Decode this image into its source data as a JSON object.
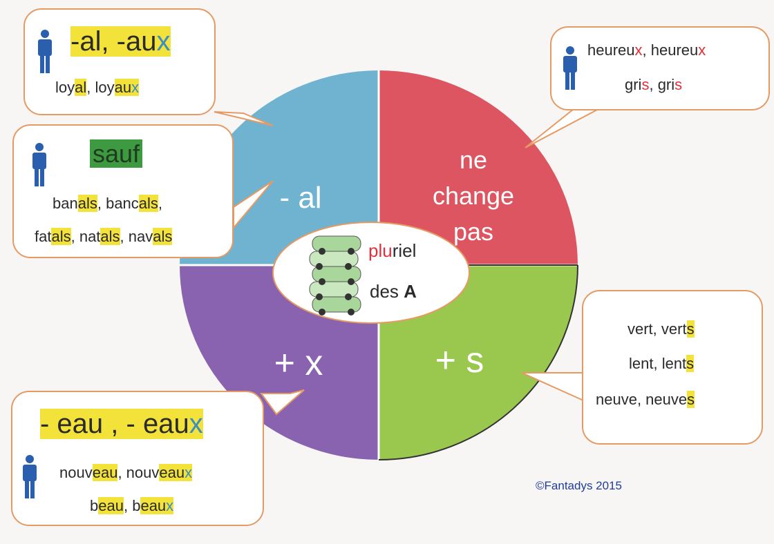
{
  "segments": {
    "top_left": {
      "label": "- al",
      "color": "#6fb3d0"
    },
    "top_right": {
      "label_lines": [
        "ne",
        "change",
        "pas"
      ],
      "color": "#dc5560"
    },
    "bottom_left": {
      "label": "+ x",
      "color": "#8a63b0"
    },
    "bottom_right": {
      "label": "+ s",
      "color": "#9ac84e"
    }
  },
  "center": {
    "line1_prefix": "plu",
    "line1_suffix": "riel",
    "line2_prefix": "des ",
    "line2_bold": "A"
  },
  "bubble_al": {
    "title_part1": "-al, -au",
    "title_part2": "x",
    "example": {
      "w1a": "loy",
      "w1b": "al",
      "sep": ", ",
      "w2a": "loy",
      "w2b": "au",
      "w2c": "x"
    }
  },
  "bubble_sauf": {
    "title": "sauf",
    "line1": {
      "a1": "ban",
      "a2": "als",
      "sep": ", ",
      "b1": "banc",
      "b2": "als",
      "end": ","
    },
    "line2": {
      "a1": "fat",
      "a2": "als",
      "sep1": ", ",
      "b1": "nat",
      "b2": "als",
      "sep2": ", ",
      "c1": "nav",
      "c2": "als"
    }
  },
  "bubble_invariant": {
    "line1": {
      "a1": "heureu",
      "a2": "x",
      "sep": ", ",
      "b1": "heureu",
      "b2": "x"
    },
    "line2": {
      "a1": "gri",
      "a2": "s",
      "sep": ", ",
      "b1": "gri",
      "b2": "s"
    }
  },
  "bubble_s": {
    "line1": {
      "a": "vert, vert",
      "b": "s"
    },
    "line2": {
      "a": "lent, lent",
      "b": "s"
    },
    "line3": {
      "a": "neuve, neuve",
      "b": "s"
    }
  },
  "bubble_eau": {
    "title_part1": "- eau , - eau",
    "title_part2": "x",
    "line1": {
      "a1": "nouv",
      "a2": "eau",
      "sep": ", ",
      "b1": "nouv",
      "b2": "eau",
      "b3": "x"
    },
    "line2": {
      "a1": "b",
      "a2": "eau",
      "sep": ", ",
      "b1": "b",
      "b2": "eau",
      "b3": "x"
    }
  },
  "copyright": "©Fantadys 2015",
  "icons": [
    "person-icon",
    "car-stack-icon"
  ]
}
